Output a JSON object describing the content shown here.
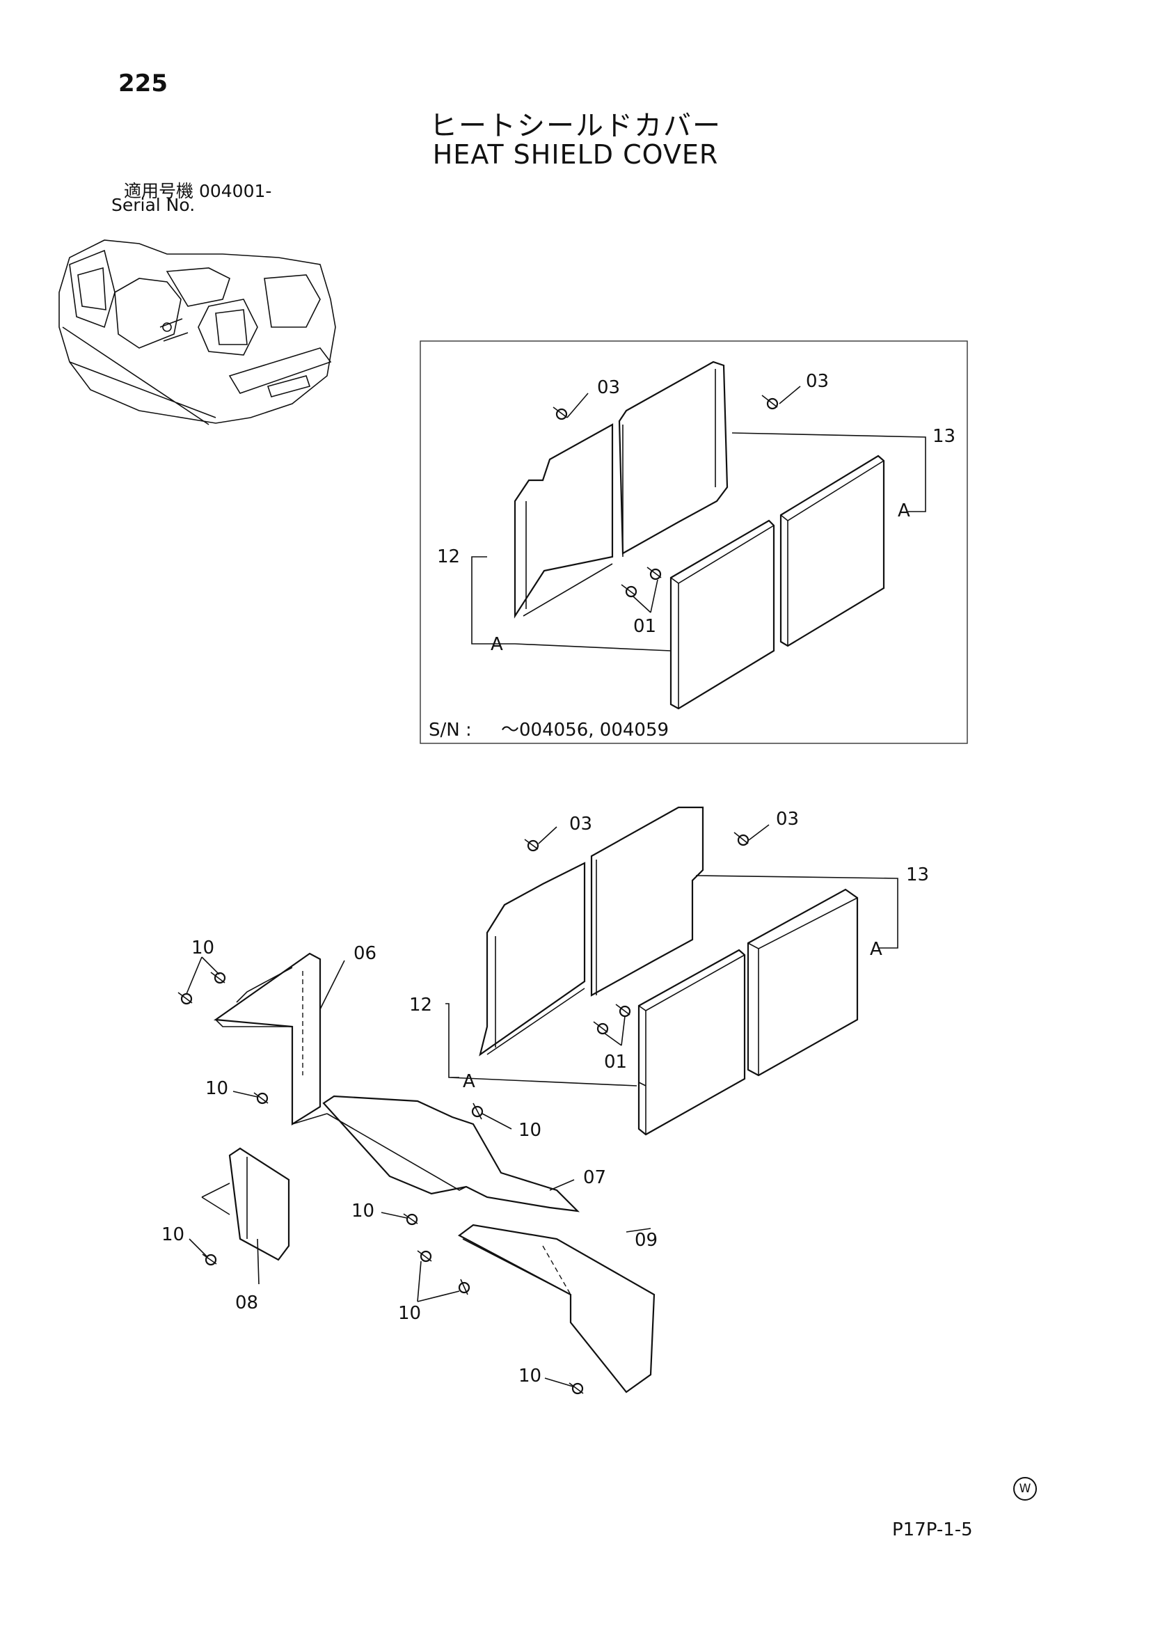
{
  "page_number": "225",
  "title_ja": "ヒートシールドカバー",
  "title_en": "HEAT SHIELD COVER",
  "serial": {
    "label_ja": "適用号機  004001-",
    "label_en": "Serial No."
  },
  "inset": {
    "sn_label": "S/N :",
    "sn_value": "～004056, 004059"
  },
  "callouts": {
    "p01": "01",
    "p03": "03",
    "p06": "06",
    "p07": "07",
    "p08": "08",
    "p09": "09",
    "p10": "10",
    "p12": "12",
    "p13": "13",
    "ref_a": "A"
  },
  "watermark_symbol": "W",
  "footer_code": "P17P-1-5"
}
